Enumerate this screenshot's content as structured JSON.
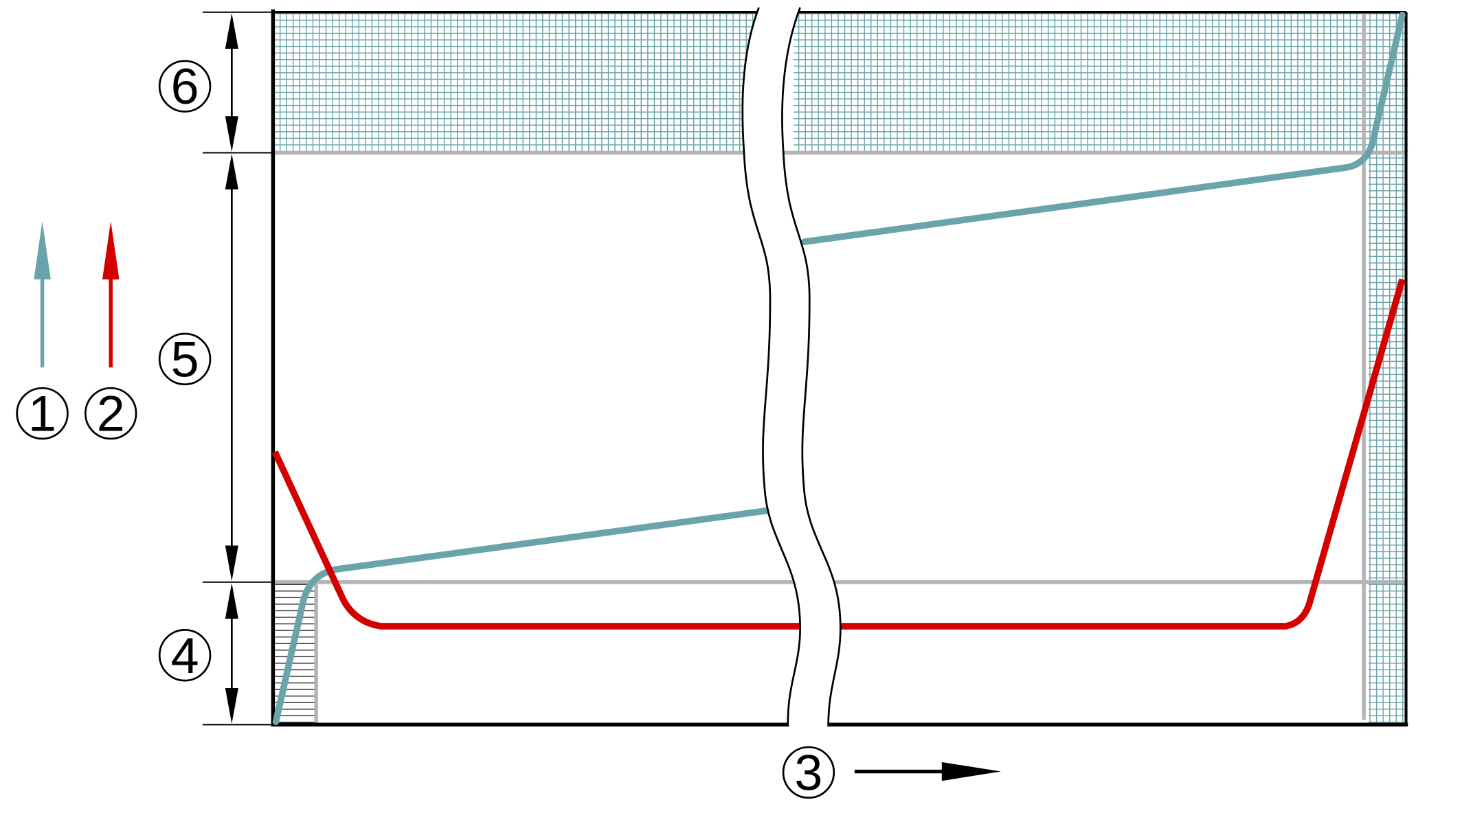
{
  "colors": {
    "series_1": "#6aa4aa",
    "series_2": "#d40000",
    "guide": "#b4b4b4",
    "outline": "#000000",
    "hatch": "#6aa4aa"
  },
  "markers": {
    "m1": "1",
    "m2": "2",
    "m3": "3",
    "m4": "4",
    "m5": "5",
    "m6": "6"
  }
}
